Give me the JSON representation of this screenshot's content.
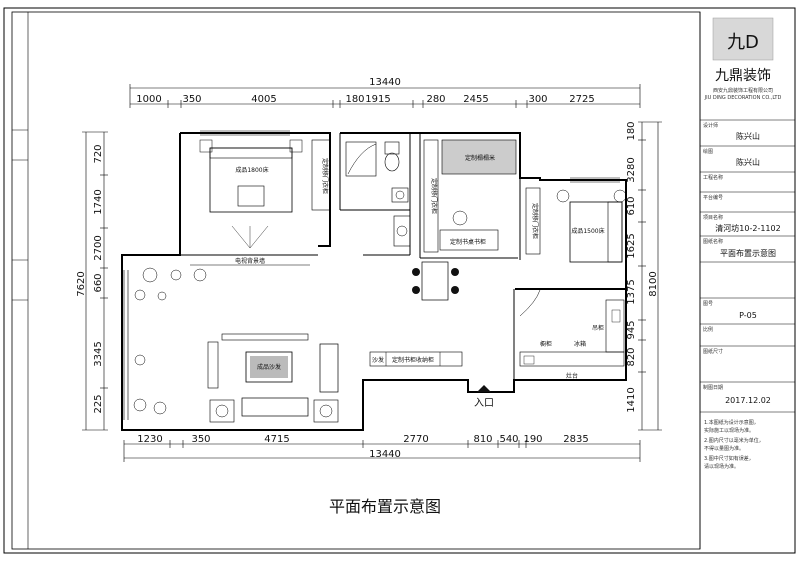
{
  "drawing": {
    "title": "平面布置示意图",
    "entrance": "入口",
    "total_width_top": "13440",
    "total_width_bottom": "13440",
    "top_dims": [
      "1000",
      "350",
      "4005",
      "180",
      "1915",
      "280",
      "2455",
      "300",
      "2725"
    ],
    "bottom_dims": [
      "1230",
      "350",
      "4715",
      "2770",
      "810",
      "540",
      "190",
      "2835"
    ],
    "left_dims": [
      "720",
      "1740",
      "2700",
      "660",
      "3345",
      "225"
    ],
    "left_total": "7620",
    "right_dims": [
      "180",
      "3280",
      "610",
      "1625",
      "1375",
      "945",
      "820",
      "1410"
    ],
    "right_total": "8100",
    "rooms": {
      "master_bed": "成品1800床",
      "second_bed": "成品1500床",
      "wardrobe1": "定制移门衣柜",
      "wardrobe2": "定制移门衣柜",
      "wardrobe3": "定制移门衣柜",
      "tatami": "定制榻榻米",
      "desk": "定制书桌书柜",
      "tv": "电视背景墙",
      "sofa": "成品沙发",
      "shoe": "沙发",
      "storage": "定制书柜收纳柜",
      "kitchen1": "橱柜",
      "kitchen2": "冰箱",
      "kitchen3": "吊柜",
      "kitchen4": "灶台"
    }
  },
  "title_block": {
    "logo_mark": "九D",
    "company": "九鼎装饰",
    "company_sub": "西安九鼎装饰工程有限公司",
    "company_sub2": "JIU DING DECORATION CO.,LTD",
    "rows": [
      {
        "label": "设计师",
        "value": "陈兴山"
      },
      {
        "label": "绘图",
        "value": "陈兴山"
      },
      {
        "label": "工程名称",
        "value": ""
      },
      {
        "label": "平台编号",
        "value": ""
      },
      {
        "label": "项目名称",
        "value": "清河坊10-2-1102"
      },
      {
        "label": "图纸名称",
        "value": "平面布置示意图"
      },
      {
        "label": "图号",
        "value": "P-05"
      },
      {
        "label": "比例",
        "value": ""
      },
      {
        "label": "图纸尺寸",
        "value": ""
      },
      {
        "label": "制图日期",
        "value": "2017.12.02"
      }
    ],
    "notes": [
      "1.本图纸为设计示意图，",
      "实际施工以现场为准。",
      "2.图内尺寸以毫米为单位，",
      "不得以量图为准。",
      "3.图中尺寸如有误差，",
      "请以现场为准。"
    ]
  }
}
